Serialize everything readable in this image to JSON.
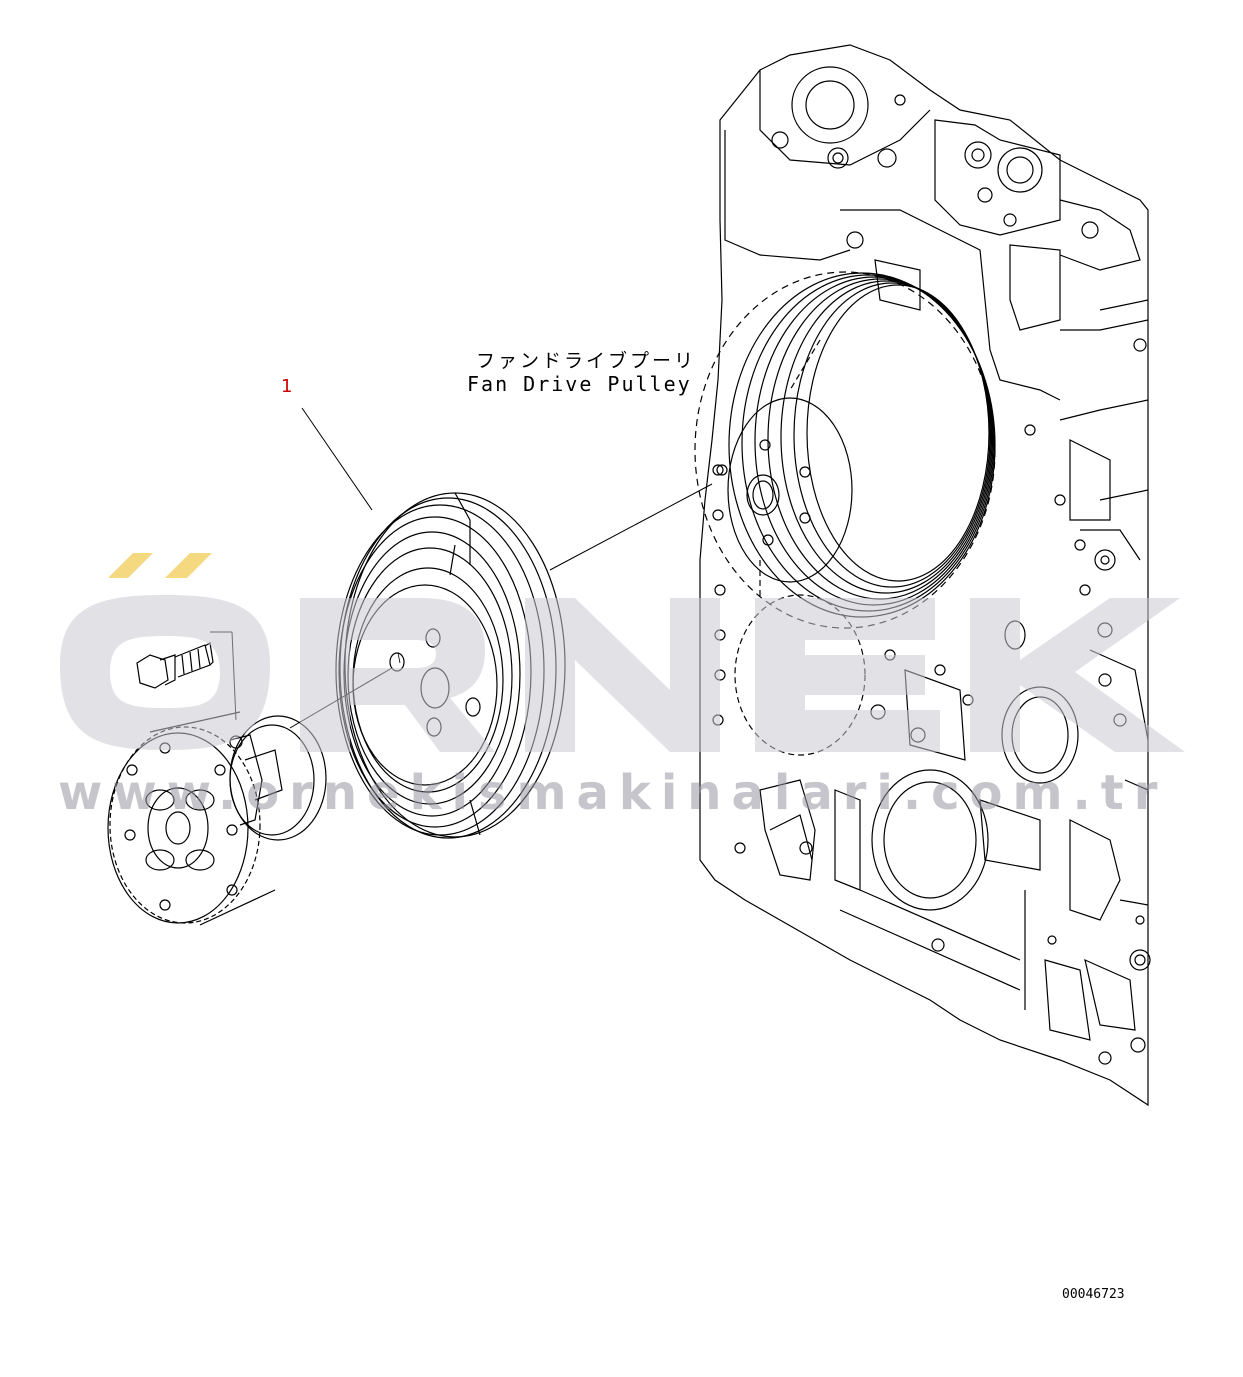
{
  "callout": {
    "part_number": "1",
    "label_jp": "ファンドライブプーリ",
    "label_en": "Fan Drive Pulley"
  },
  "drawing_number": "00046723",
  "watermark": {
    "brand": "ÖRNEK",
    "url": "www.ornekismakinalari.com.tr"
  },
  "colors": {
    "line": "#000000",
    "callout_number": "#cc0000",
    "watermark_gray": "#c9c9d2",
    "watermark_yellow": "#f3d060"
  }
}
